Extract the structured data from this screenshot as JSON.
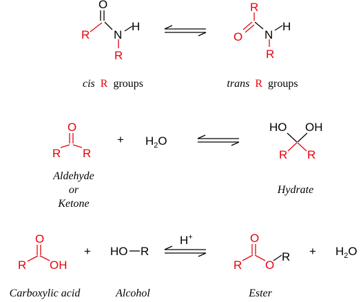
{
  "amide": {
    "cis": {
      "atoms": {
        "o": "O",
        "r1": "R",
        "n": "N",
        "h": "H",
        "r2": "R"
      },
      "caption": {
        "prefix": "cis",
        "r": "R",
        "suffix": "groups"
      }
    },
    "trans": {
      "atoms": {
        "r1": "R",
        "o": "O",
        "n": "N",
        "h": "H",
        "r2": "R"
      },
      "caption": {
        "prefix": "trans",
        "r": "R",
        "suffix": "groups"
      }
    }
  },
  "hydration": {
    "carbonyl": {
      "atoms": {
        "o": "O",
        "r1": "R",
        "r2": "R"
      },
      "caption": {
        "line1": "Aldehyde",
        "line2": "or",
        "line3": "Ketone"
      }
    },
    "plus": "+",
    "water": {
      "h": "H",
      "sub": "2",
      "o": "O"
    },
    "hydrate": {
      "atoms": {
        "ho": "HO",
        "oh": "OH",
        "r1": "R",
        "r2": "R"
      },
      "caption": "Hydrate"
    }
  },
  "esterification": {
    "acid": {
      "atoms": {
        "o": "O",
        "r": "R",
        "oh": "OH"
      },
      "caption": "Carboxylic acid"
    },
    "plus1": "+",
    "alcohol": {
      "atoms": {
        "ho": "HO",
        "r": "R"
      },
      "caption": "Alcohol"
    },
    "catalyst": {
      "h": "H",
      "sup": "+"
    },
    "ester": {
      "atoms": {
        "o1": "O",
        "r1": "R",
        "o2": "O",
        "r2": "R"
      },
      "caption": "Ester"
    },
    "plus2": "+",
    "water": {
      "h": "H",
      "sub": "2",
      "o": "O"
    }
  },
  "colors": {
    "highlight": "#e8000b",
    "bond": "#000000",
    "background": "#ffffff"
  }
}
